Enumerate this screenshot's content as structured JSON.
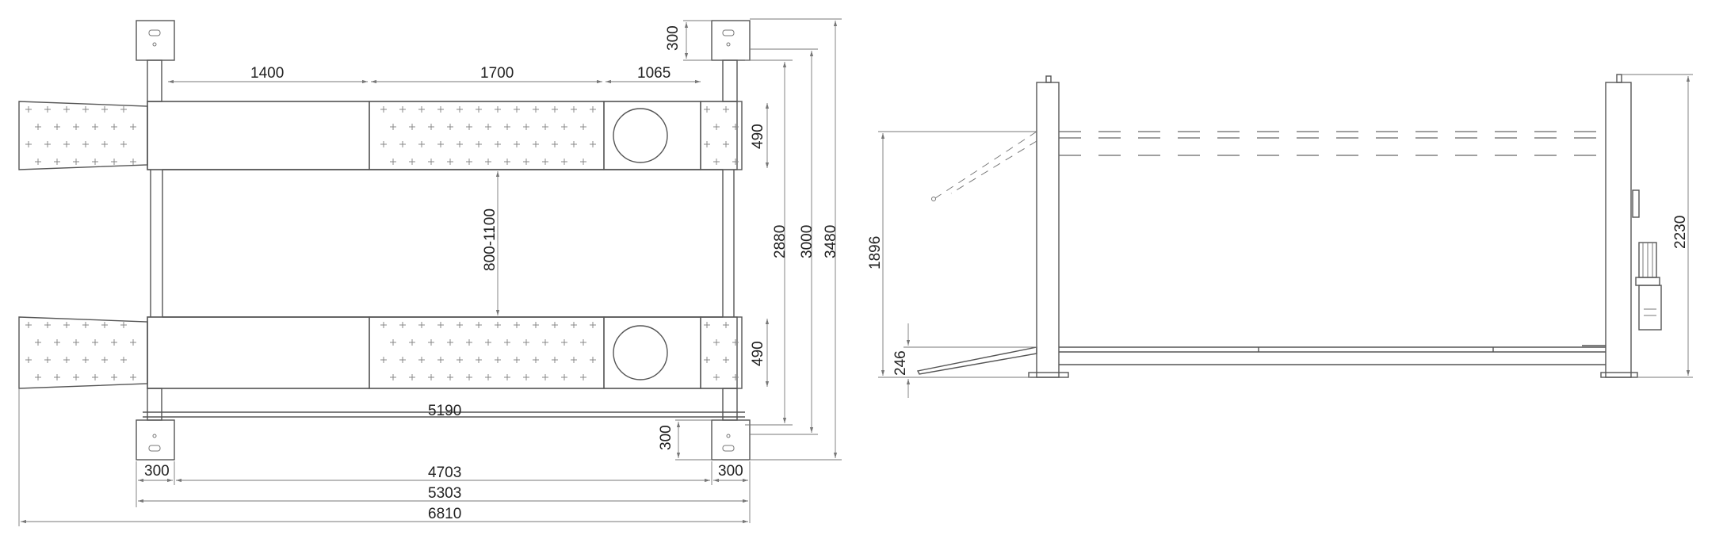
{
  "top_view": {
    "dims": {
      "d1400": "1400",
      "d1700": "1700",
      "d1065": "1065",
      "d300_top": "300",
      "d490_top": "490",
      "d490_bottom": "490",
      "d800_1100": "800-1100",
      "d2880": "2880",
      "d3000": "3000",
      "d3480": "3480",
      "d5190": "5190",
      "d300_bottom_right": "300",
      "d300_left": "300",
      "d4703": "4703",
      "d300_right": "300",
      "d5303": "5303",
      "d6810": "6810"
    }
  },
  "side_view": {
    "dims": {
      "d1896": "1896",
      "d2230": "2230",
      "d246": "246"
    }
  },
  "colors": {
    "line": "#555555",
    "text": "#222222",
    "background": "#ffffff"
  }
}
